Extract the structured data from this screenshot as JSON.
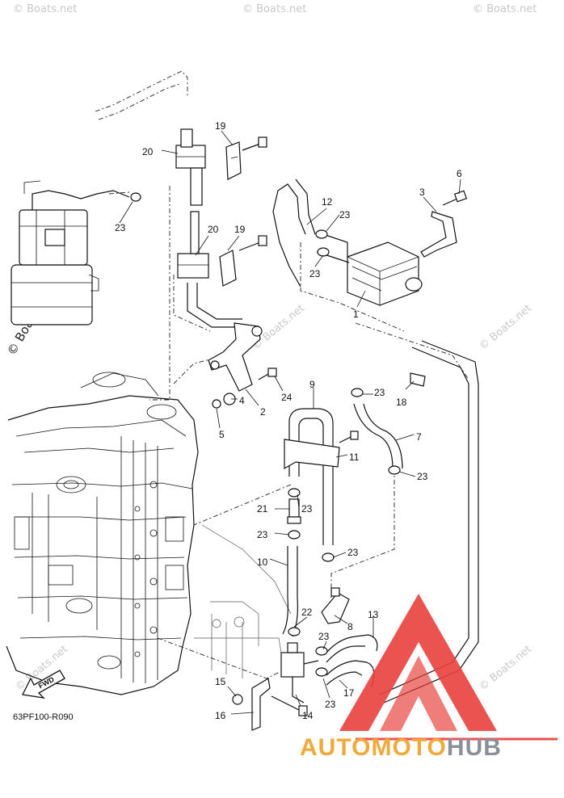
{
  "diagram": {
    "part_code": "63PF100-R090",
    "fwd_label": "FWD",
    "callouts": [
      {
        "id": "c1",
        "text": "1"
      },
      {
        "id": "c2",
        "text": "2"
      },
      {
        "id": "c3",
        "text": "3"
      },
      {
        "id": "c4",
        "text": "4"
      },
      {
        "id": "c5",
        "text": "5"
      },
      {
        "id": "c6",
        "text": "6"
      },
      {
        "id": "c7",
        "text": "7"
      },
      {
        "id": "c8",
        "text": "8"
      },
      {
        "id": "c9",
        "text": "9"
      },
      {
        "id": "c10",
        "text": "10"
      },
      {
        "id": "c11",
        "text": "11"
      },
      {
        "id": "c12",
        "text": "12"
      },
      {
        "id": "c13",
        "text": "13"
      },
      {
        "id": "c14",
        "text": "14"
      },
      {
        "id": "c15",
        "text": "15"
      },
      {
        "id": "c16",
        "text": "16"
      },
      {
        "id": "c17",
        "text": "17"
      },
      {
        "id": "c18",
        "text": "18"
      },
      {
        "id": "c19a",
        "text": "19"
      },
      {
        "id": "c19b",
        "text": "19"
      },
      {
        "id": "c20a",
        "text": "20"
      },
      {
        "id": "c20b",
        "text": "20"
      },
      {
        "id": "c21",
        "text": "21"
      },
      {
        "id": "c22",
        "text": "22"
      },
      {
        "id": "c23a",
        "text": "23"
      },
      {
        "id": "c23b",
        "text": "23"
      },
      {
        "id": "c23c",
        "text": "23"
      },
      {
        "id": "c23d",
        "text": "23"
      },
      {
        "id": "c23e",
        "text": "23"
      },
      {
        "id": "c23f",
        "text": "23"
      },
      {
        "id": "c23g",
        "text": "23"
      },
      {
        "id": "c23h",
        "text": "23"
      },
      {
        "id": "c23i",
        "text": "23"
      },
      {
        "id": "c23j",
        "text": "23"
      },
      {
        "id": "c24",
        "text": "24"
      }
    ]
  },
  "watermark": {
    "text": "© Boats.net",
    "color": "#c8c8c8"
  },
  "logo": {
    "word_a": "AUTOMOTO",
    "word_b": "HUB",
    "colors": {
      "triangle_red": "#e8413c",
      "text_orange": "#f2a93b",
      "text_gray": "#8a8f99"
    }
  }
}
